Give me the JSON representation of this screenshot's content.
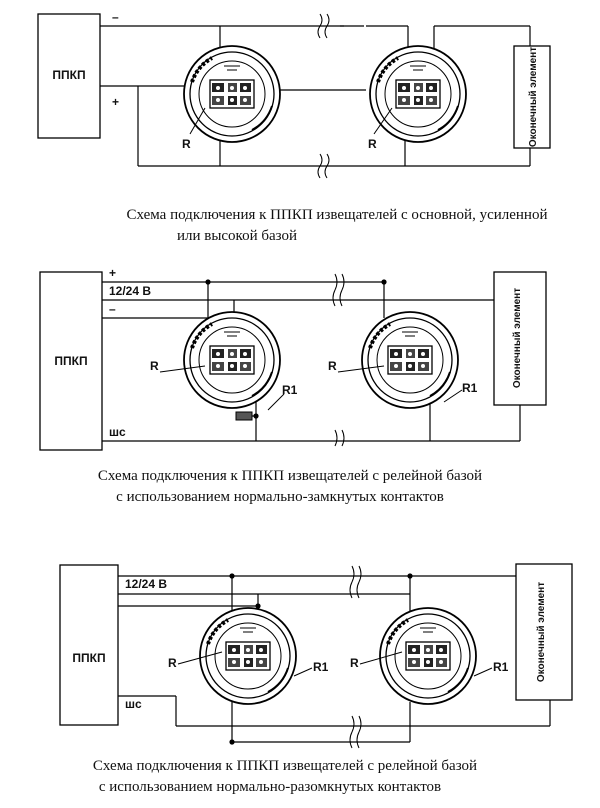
{
  "diagram1": {
    "panel": "ППКП",
    "minus": "–",
    "plus": "+",
    "end_element": "Оконечный элемент",
    "resistor": "R",
    "caption_line1": "Схема подключения к ППКП извещателей с основной, усиленной",
    "caption_line2": "или высокой базой"
  },
  "diagram2": {
    "panel": "ППКП",
    "plus": "+",
    "voltage": "12/24 В",
    "minus": "–",
    "loop": "шс",
    "end_element": "Оконечный элемент",
    "resistor": "R",
    "resistor1": "R1",
    "caption_line1": "Схема подключения к ППКП извещателей с релейной базой",
    "caption_line2": "с использованием нормально-замкнутых контактов"
  },
  "diagram3": {
    "panel": "ППКП",
    "voltage": "12/24 В",
    "loop": "шс",
    "end_element": "Оконечный элемент",
    "resistor": "R",
    "resistor1": "R1",
    "caption_line1": "Схема подключения к ППКП извещателей с релейной базой",
    "caption_line2": "с использованием нормально-разомкнутых контактов"
  }
}
